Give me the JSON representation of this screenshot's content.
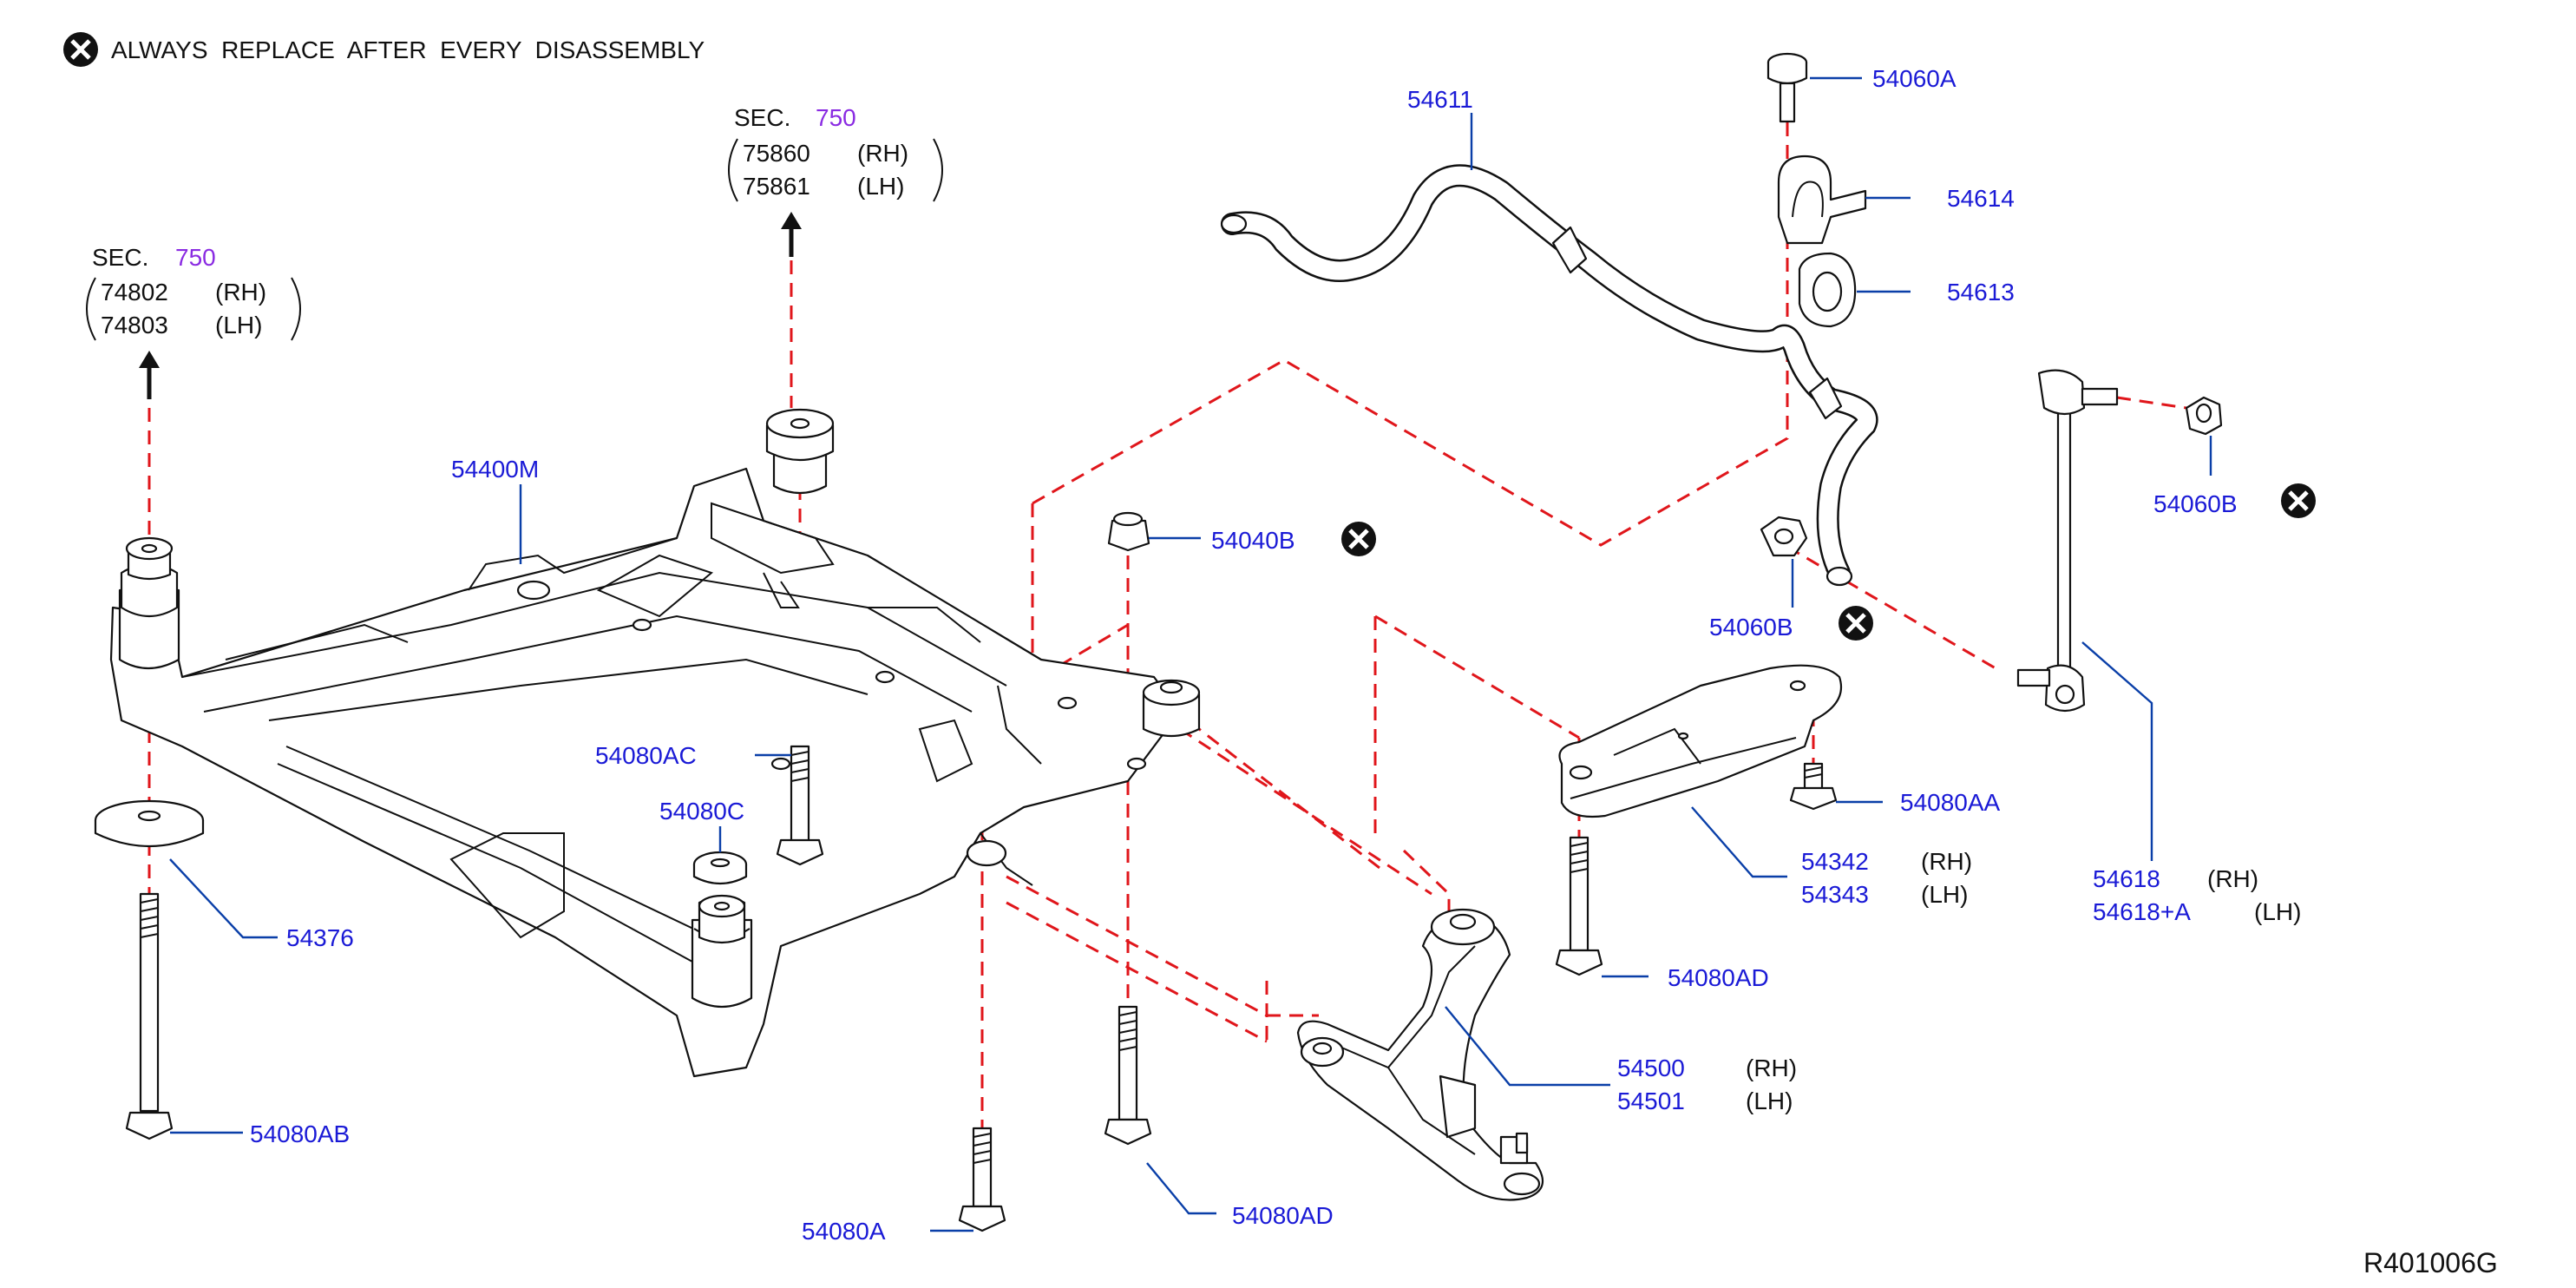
{
  "notice": {
    "text": "ALWAYS  REPLACE  AFTER  EVERY  DISASSEMBLY"
  },
  "drawing_code": "R401006G",
  "section_refs": [
    {
      "sec": "SEC.",
      "num": "750",
      "lines": [
        {
          "part": "74802",
          "side": "(RH)"
        },
        {
          "part": "74803",
          "side": "(LH)"
        }
      ]
    },
    {
      "sec": "SEC.",
      "num": "750",
      "lines": [
        {
          "part": "75860",
          "side": "(RH)"
        },
        {
          "part": "75861",
          "side": "(LH)"
        }
      ]
    }
  ],
  "callouts": {
    "p54400M": "54400M",
    "p54376": "54376",
    "p54080AB": "54080AB",
    "p54080AC": "54080AC",
    "p54080C": "54080C",
    "p54040B": "54040B",
    "p54080A": "54080A",
    "p54080AD_low": "54080AD",
    "p54611": "54611",
    "p54060A": "54060A",
    "p54614": "54614",
    "p54613": "54613",
    "p54060B_mid": "54060B",
    "p54060B_right": "54060B",
    "p54080AA": "54080AA",
    "p54342": "54342",
    "p54343": "54343",
    "p54080AD_right": "54080AD",
    "p54500": "54500",
    "p54501": "54501",
    "p54618": "54618",
    "p54618A": "54618+A"
  },
  "sides": {
    "rh": "(RH)",
    "lh": "(LH)"
  },
  "colors": {
    "callout_blue": "#1a1ad6",
    "section_purple": "#8a2be2",
    "dashed_red": "#e0161b",
    "leader_blue": "#0a3fa8"
  }
}
